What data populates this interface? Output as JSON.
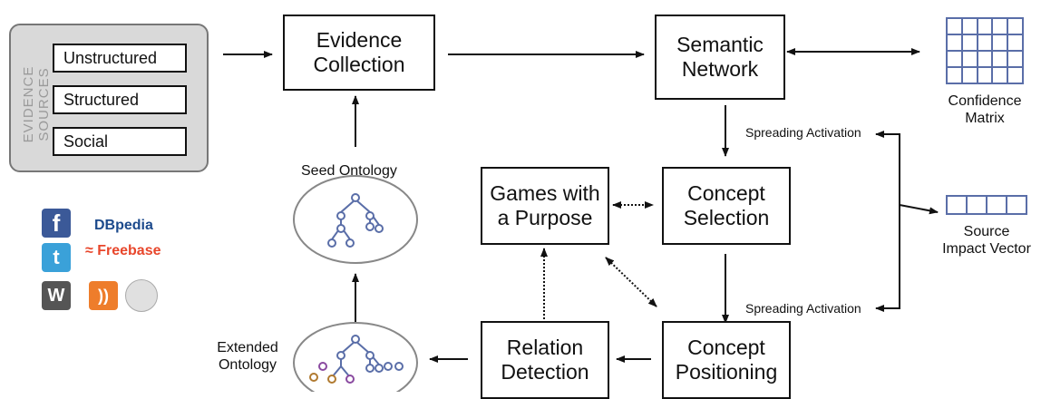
{
  "evidence_sources": {
    "vertical_label": "EVIDENCE SOURCES",
    "items": [
      "Unstructured",
      "Structured",
      "Social"
    ]
  },
  "boxes": {
    "evidence_collection": [
      "Evidence",
      "Collection"
    ],
    "semantic_network": [
      "Semantic",
      "Network"
    ],
    "games_with_purpose": [
      "Games with",
      "a Purpose"
    ],
    "concept_selection": [
      "Concept",
      "Selection"
    ],
    "relation_detection": [
      "Relation",
      "Detection"
    ],
    "concept_positioning": [
      "Concept",
      "Positioning"
    ]
  },
  "labels": {
    "seed_ontology": "Seed Ontology",
    "extended_ontology": [
      "Extended",
      "Ontology"
    ],
    "spreading_activation_1": "Spreading Activation",
    "spreading_activation_2": "Spreading Activation",
    "confidence_matrix": [
      "Confidence",
      "Matrix"
    ],
    "source_impact_vector": [
      "Source",
      "Impact Vector"
    ]
  },
  "logos": {
    "dbpedia": "DBpedia",
    "freebase": "Freebase",
    "facebook": "f",
    "wordpress": "W"
  },
  "colors": {
    "matrix_blue": "#5a6ea8",
    "facebook": "#3b5998",
    "twitter": "#3aa1d9",
    "rss": "#ee7d2b",
    "freebase": "#e8462b",
    "dbpedia": "#1c4a8c"
  }
}
